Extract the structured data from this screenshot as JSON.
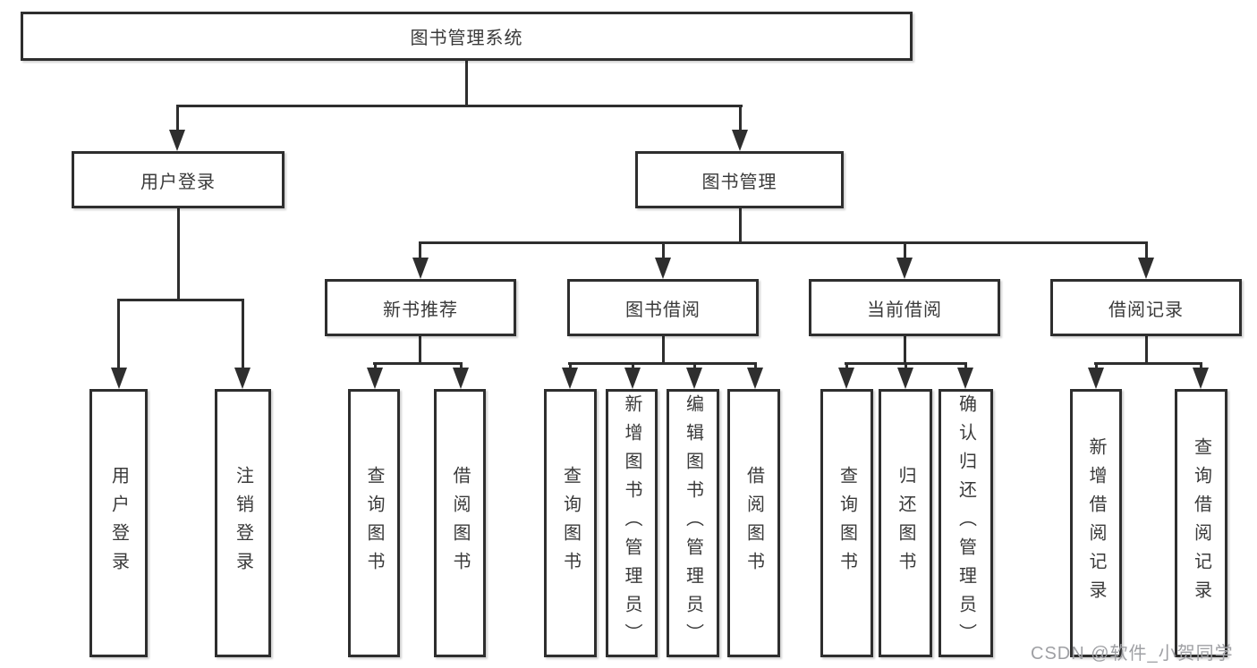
{
  "diagram": {
    "title_node": {
      "label": "图书管理系统"
    },
    "level2": [
      {
        "label": "用户登录"
      },
      {
        "label": "图书管理"
      }
    ],
    "level3": [
      {
        "label": "新书推荐"
      },
      {
        "label": "图书借阅"
      },
      {
        "label": "当前借阅"
      },
      {
        "label": "借阅记录"
      }
    ],
    "leaves": {
      "user_login": [
        {
          "label": "用户登录"
        },
        {
          "label": "注销登录"
        }
      ],
      "new_book": [
        {
          "label": "查询图书"
        },
        {
          "label": "借阅图书"
        }
      ],
      "book_borrow": [
        {
          "label": "查询图书"
        },
        {
          "label": "新增图书（管理员）"
        },
        {
          "label": "编辑图书（管理员）"
        },
        {
          "label": "借阅图书"
        }
      ],
      "current_borrow": [
        {
          "label": "查询图书"
        },
        {
          "label": "归还图书"
        },
        {
          "label": "确认归还（管理员）"
        }
      ],
      "borrow_records": [
        {
          "label": "新增借阅记录"
        },
        {
          "label": "查询借阅记录"
        }
      ]
    },
    "colors": {
      "line": "#2e2e2e",
      "text": "#3a3a3a",
      "background": "#ffffff",
      "watermark": "#9fa0a4"
    }
  },
  "watermark": {
    "text": "CSDN @软件_小贺同学"
  }
}
